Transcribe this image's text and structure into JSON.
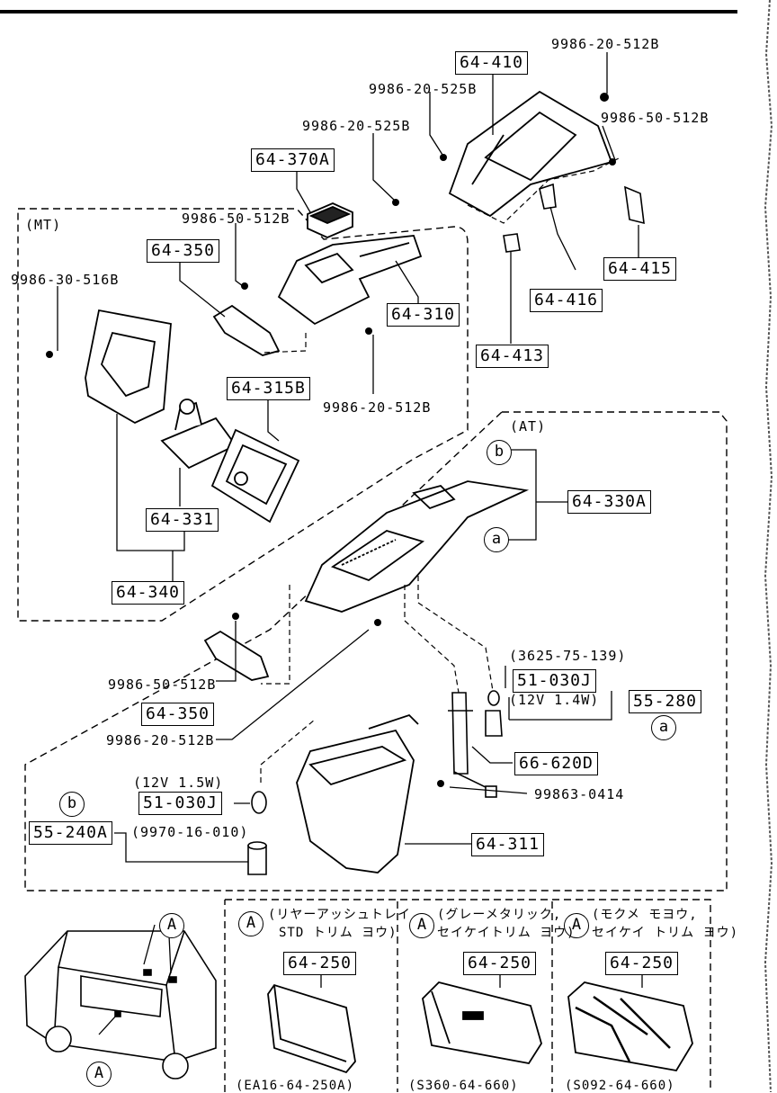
{
  "groups": {
    "mt": "(MT)",
    "at": "(AT)"
  },
  "parts": {
    "p64_410": "64-410",
    "p64_370A": "64-370A",
    "p64_350_mt": "64-350",
    "p64_310": "64-310",
    "p64_315B": "64-315B",
    "p64_331": "64-331",
    "p64_340": "64-340",
    "p64_416": "64-416",
    "p64_415": "64-415",
    "p64_413": "64-413",
    "p64_330A": "64-330A",
    "p51_030J_at": "51-030J",
    "p55_280": "55-280",
    "p66_620D": "66-620D",
    "p64_350_at": "64-350",
    "p51_030J_b": "51-030J",
    "p55_240A": "55-240A",
    "p64_311": "64-311",
    "p64_250_1": "64-250",
    "p64_250_2": "64-250",
    "p64_250_3": "64-250"
  },
  "bolts": {
    "b1": "9986-20-512B",
    "b2": "9986-20-525B",
    "b3": "9986-50-512B",
    "b4": "9986-20-525B",
    "b5": "9986-50-512B",
    "b6": "9986-30-516B",
    "b7": "9986-20-512B",
    "b8": "9986-50-512B",
    "b9": "9986-20-512B",
    "b10": "99863-0414"
  },
  "notes": {
    "n3625": "(3625-75-139)",
    "n12v14": "(12V 1.4W)",
    "n12v15": "(12V 1.5W)",
    "n9970": "(9970-16-010)"
  },
  "circles": {
    "a": "a",
    "b": "b",
    "A": "A"
  },
  "variants": [
    {
      "line1": "(リヤーアッシュトレイ",
      "line2": "STD トリム ヨウ)",
      "code": "(EA16-64-250A)"
    },
    {
      "line1": "(グレーメタリック,",
      "line2": "セイケイトリム ヨウ)",
      "code": "(S360-64-660)"
    },
    {
      "line1": "(モクメ モヨウ,",
      "line2": "セイケイ トリム ヨウ)",
      "code": "(S092-64-660)"
    }
  ]
}
